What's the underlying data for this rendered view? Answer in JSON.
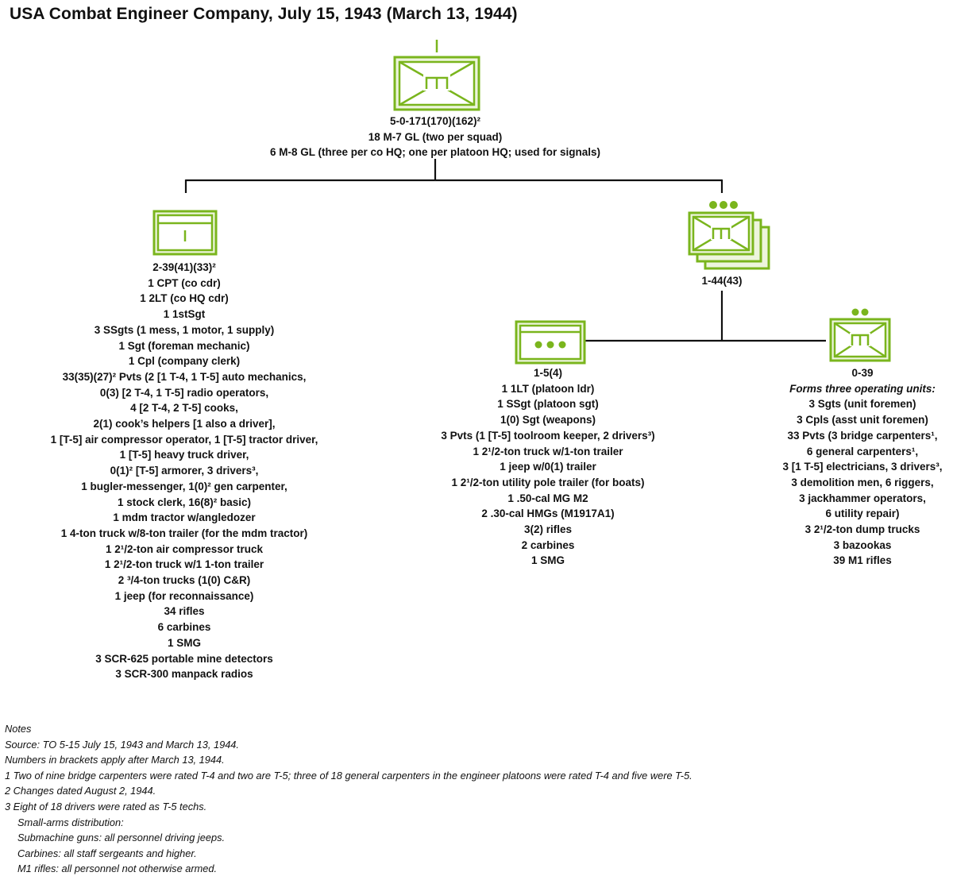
{
  "title": "USA Combat Engineer Company, July 15, 1943 (March 13, 1944)",
  "colors": {
    "unit_green": "#7ab51d",
    "line": "#111111"
  },
  "company": {
    "symbol": "engineer-company-icon",
    "lines": [
      "5-0-171(170)(162)²",
      "18 M-7 GL (two per squad)",
      "6 M-8 GL (three per co HQ; one per platoon HQ; used for signals)"
    ]
  },
  "hq": {
    "symbol": "headquarters-icon",
    "lines": [
      "2-39(41)(33)²",
      "1 CPT (co cdr)",
      "1 2LT (co HQ cdr)",
      "1 1stSgt",
      "3 SSgts (1 mess, 1 motor, 1 supply)",
      "1 Sgt (foreman mechanic)",
      "1 Cpl (company clerk)",
      "33(35)(27)² Pvts (2 [1 T-4, 1 T-5] auto mechanics,",
      "0(3) [2 T-4, 1 T-5] radio operators,",
      "4 [2 T-4, 2 T-5] cooks,",
      "2(1) cook’s helpers [1 also a driver],",
      "1 [T-5] air compressor operator, 1 [T-5] tractor driver,",
      "1 [T-5] heavy truck driver,",
      "0(1)² [T-5] armorer, 3 drivers³,",
      "1 bugler-messenger, 1(0)² gen carpenter,",
      "1 stock clerk, 16(8)² basic)",
      "1 mdm tractor w/angledozer",
      "1 4-ton truck w/8-ton trailer (for the mdm tractor)",
      "1 2¹/2-ton air compressor truck",
      "1 2¹/2-ton truck w/1 1-ton trailer",
      "2 ³/4-ton trucks (1(0) C&R)",
      "1 jeep (for reconnaissance)",
      "34 rifles",
      "6 carbines",
      "1 SMG",
      "3 SCR-625 portable mine detectors",
      "3 SCR-300 manpack radios"
    ]
  },
  "platoons": {
    "symbol": "engineer-platoons-stack-icon",
    "lines": [
      "1-44(43)"
    ]
  },
  "platoon_hq": {
    "symbol": "platoon-headquarters-icon",
    "lines": [
      "1-5(4)",
      "1 1LT (platoon ldr)",
      "1 SSgt (platoon sgt)",
      "1(0) Sgt (weapons)",
      "3 Pvts (1 [T-5] toolroom keeper, 2 drivers³)",
      "1 2¹/2-ton truck w/1-ton trailer",
      "1 jeep w/0(1) trailer",
      "1 2¹/2-ton utility pole trailer (for boats)",
      "1 .50-cal MG M2",
      "2 .30-cal HMGs (M1917A1)",
      "3(2) rifles",
      "2 carbines",
      "1 SMG"
    ]
  },
  "section": {
    "symbol": "engineer-section-icon",
    "lines": [
      "0-39",
      "Forms three operating units:",
      "3 Sgts (unit foremen)",
      "3 Cpls (asst unit foremen)",
      "33 Pvts (3 bridge carpenters¹,",
      "6 general carpenters¹,",
      "3 [1 T-5] electricians, 3 drivers³,",
      "3 demolition men, 6 riggers,",
      "3 jackhammer operators,",
      "6 utility repair)",
      "3 2¹/2-ton dump trucks",
      "3 bazookas",
      "39 M1 rifles"
    ]
  },
  "notes": [
    "Notes",
    "Source: TO 5-15 July 15, 1943 and March 13, 1944.",
    "Numbers in brackets apply after March 13, 1944.",
    "1  Two of nine bridge carpenters were rated T-4 and two are T-5; three of 18 general carpenters in the engineer platoons were rated T-4 and five were T-5.",
    "2  Changes dated August 2, 1944.",
    "3  Eight of 18 drivers were rated as T-5 techs.",
    "Small-arms distribution:",
    "Submachine guns: all personnel driving jeeps.",
    "Carbines: all staff sergeants and higher.",
    "M1 rifles: all personnel not otherwise armed."
  ]
}
